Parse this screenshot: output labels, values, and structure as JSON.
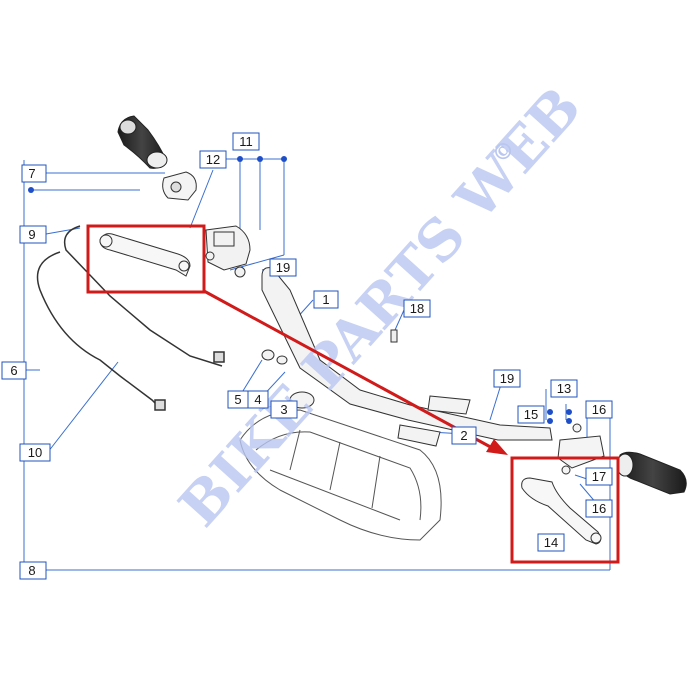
{
  "watermark": {
    "text": "BIKE PARTS WEB",
    "symbol": "©",
    "color": "#b8c6f0"
  },
  "colors": {
    "line": "#3a6fd0",
    "callout_border": "#2255bb",
    "highlight": "#d11a1a",
    "dot": "#1e4fc9"
  },
  "callouts": {
    "c1": "1",
    "c2": "2",
    "c3": "3",
    "c4": "4",
    "c5": "5",
    "c6": "6",
    "c7": "7",
    "c8": "8",
    "c9": "9",
    "c10": "10",
    "c11": "11",
    "c12": "12",
    "c13": "13",
    "c14": "14",
    "c15": "15",
    "c16a": "16",
    "c16b": "16",
    "c17": "17",
    "c18": "18",
    "c19a": "19",
    "c19b": "19"
  }
}
